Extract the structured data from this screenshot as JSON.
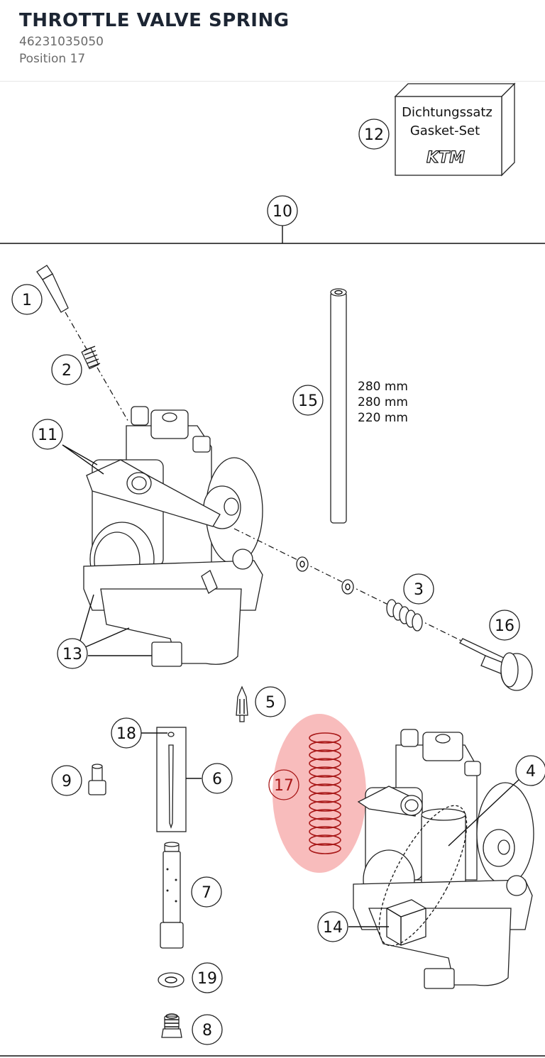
{
  "header": {
    "title": "THROTTLE VALVE SPRING",
    "part_number": "46231035050",
    "position": "Position 17"
  },
  "diagram": {
    "highlight_color": "#f27a7a",
    "highlighted_callout": "17",
    "gasket_box": {
      "line1": "Dichtungssatz",
      "line2": "Gasket-Set",
      "brand": "KTM"
    },
    "tube_lengths": [
      "280 mm",
      "280 mm",
      "220 mm"
    ],
    "callouts": {
      "c1": "1",
      "c2": "2",
      "c3": "3",
      "c4": "4",
      "c5": "5",
      "c6": "6",
      "c7": "7",
      "c8": "8",
      "c9": "9",
      "c10": "10",
      "c11": "11",
      "c12": "12",
      "c13": "13",
      "c14": "14",
      "c15": "15",
      "c16": "16",
      "c17": "17",
      "c18": "18",
      "c19": "19"
    }
  }
}
